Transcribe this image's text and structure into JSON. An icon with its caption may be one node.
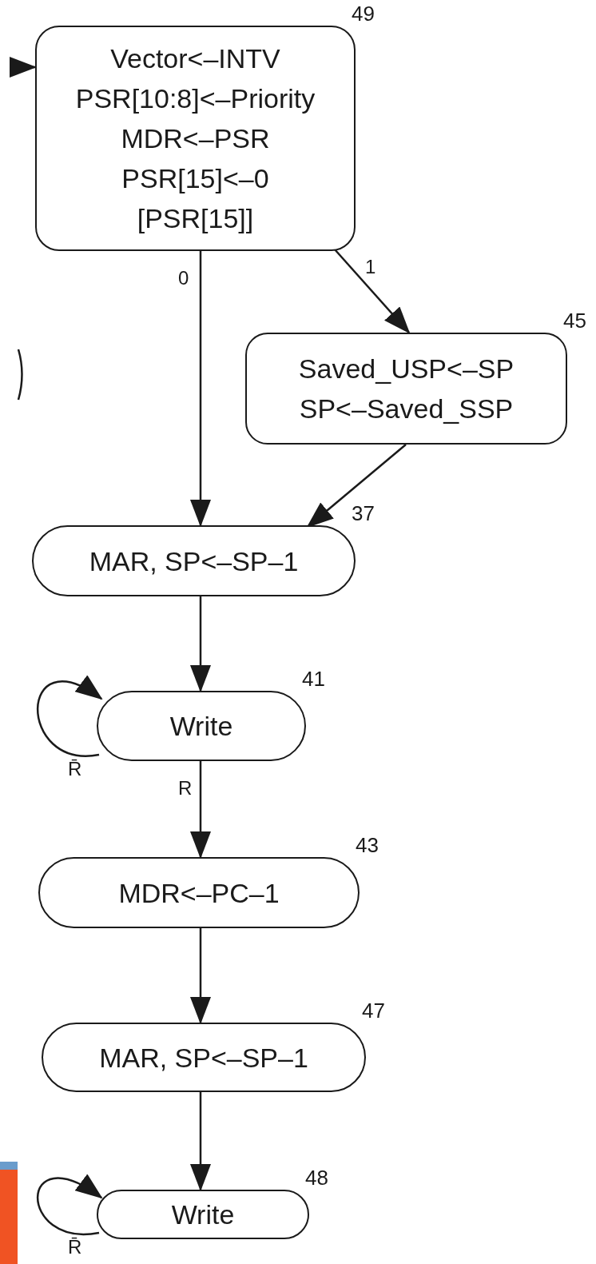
{
  "diagram": {
    "nodes": [
      {
        "text": [
          "Vector<–INTV",
          "PSR[10:8]<–Priority",
          "MDR<–PSR",
          "PSR[15]<–0",
          "[PSR[15]]"
        ],
        "beside": [
          "49"
        ]
      },
      {
        "text": [
          "Saved_USP<–SP",
          "SP<–Saved_SSP"
        ],
        "beside": [
          "45"
        ]
      },
      {
        "text": [
          "MAR, SP<–SP–1"
        ],
        "beside": [
          "37"
        ]
      },
      {
        "text": [
          "Write"
        ],
        "beside": [
          "41"
        ]
      },
      {
        "text": [
          "MDR<–PC–1"
        ],
        "beside": [
          "43"
        ]
      },
      {
        "text": [
          "MAR, SP<–SP–1"
        ],
        "beside": [
          "47"
        ]
      },
      {
        "text": [
          "Write"
        ],
        "beside": [
          "48"
        ]
      }
    ],
    "edges": [
      {
        "from": 0,
        "to": 2,
        "arrow": "to",
        "label": "0"
      },
      {
        "from": 0,
        "to": 1,
        "arrow": "to",
        "label": "1"
      },
      {
        "from": 1,
        "to": 2,
        "arrow": "to"
      },
      {
        "from": 2,
        "to": 3,
        "arrow": "to"
      },
      {
        "from": 3,
        "to": 3,
        "arrow": "to",
        "label": "R̄"
      },
      {
        "from": 3,
        "to": 4,
        "arrow": "to",
        "label": "R"
      },
      {
        "from": 4,
        "to": 5,
        "arrow": "to"
      },
      {
        "from": 5,
        "to": 6,
        "arrow": "to"
      },
      {
        "from": 6,
        "to": 6,
        "arrow": "to",
        "label": "R̄"
      },
      {
        "from": null,
        "to": 0,
        "arrow": "to"
      }
    ]
  }
}
